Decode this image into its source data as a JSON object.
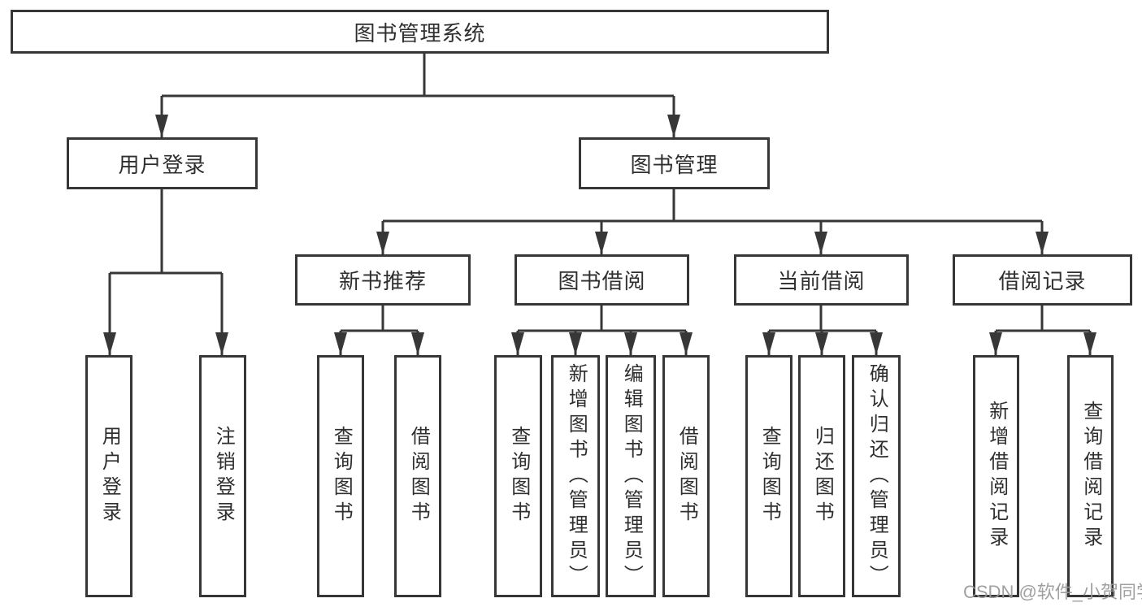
{
  "tree": {
    "root": {
      "label": "图书管理系统"
    },
    "branches": [
      {
        "label": "用户登录",
        "children": [
          {
            "label": "用户登录"
          },
          {
            "label": "注销登录"
          }
        ]
      },
      {
        "label": "图书管理",
        "children": [
          {
            "label": "新书推荐",
            "children": [
              {
                "label": "查询图书"
              },
              {
                "label": "借阅图书"
              }
            ]
          },
          {
            "label": "图书借阅",
            "children": [
              {
                "label": "查询图书"
              },
              {
                "label": "新增图书（管理员）"
              },
              {
                "label": "编辑图书（管理员）"
              },
              {
                "label": "借阅图书"
              }
            ]
          },
          {
            "label": "当前借阅",
            "children": [
              {
                "label": "查询图书"
              },
              {
                "label": "归还图书"
              },
              {
                "label": "确认归还（管理员）"
              }
            ]
          },
          {
            "label": "借阅记录",
            "children": [
              {
                "label": "新增借阅记录"
              },
              {
                "label": "查询借阅记录"
              }
            ]
          }
        ]
      }
    ]
  },
  "watermark": {
    "text": "CSDN @软件_小贺同学"
  },
  "colors": {
    "line": "#373737",
    "text": "#2f2f2f",
    "watermark": "#989898",
    "background": "#ffffff"
  }
}
